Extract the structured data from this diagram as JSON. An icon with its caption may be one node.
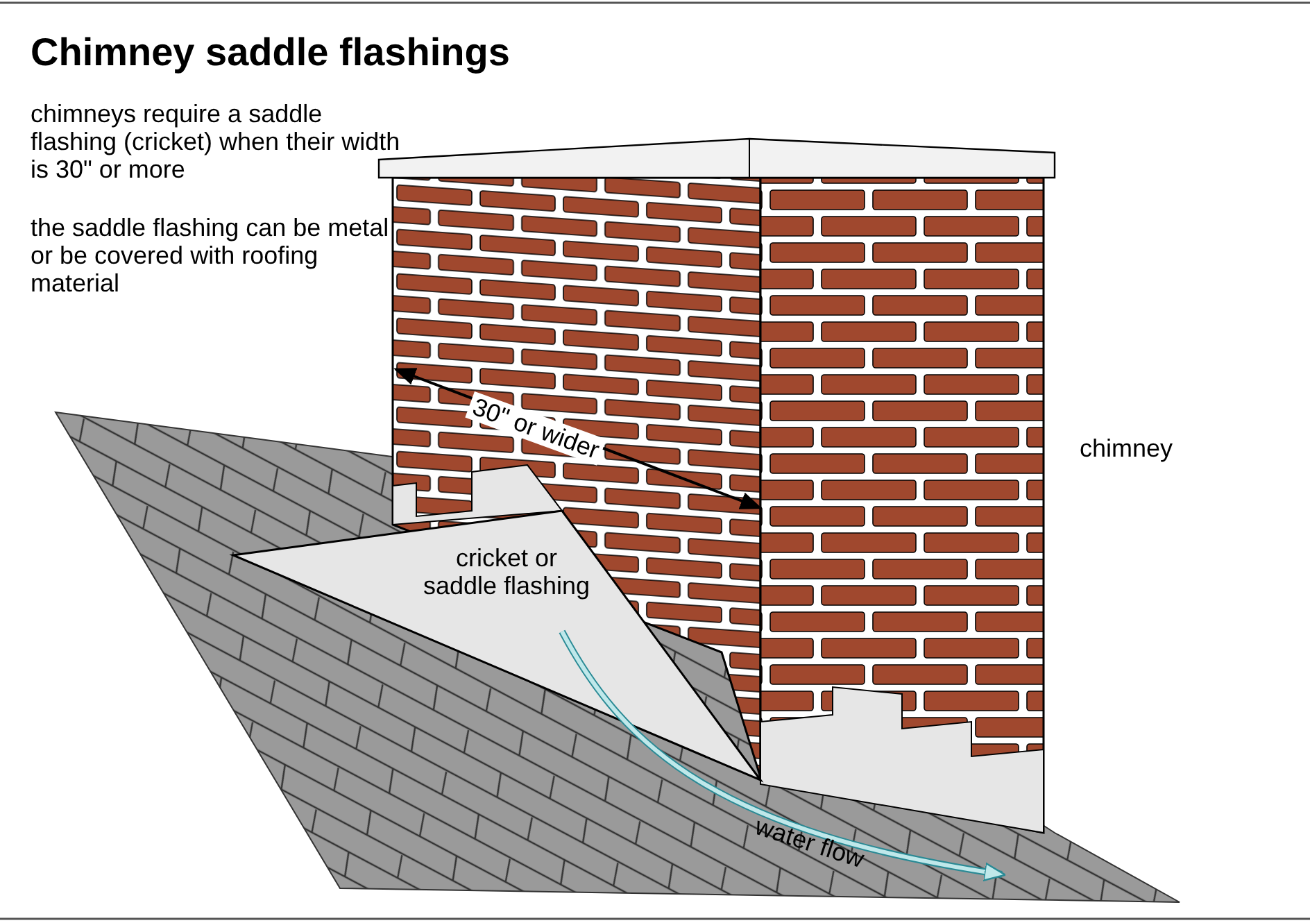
{
  "diagram": {
    "title": "Chimney saddle flashings",
    "labels": [
      "chimneys require a saddle flashing (cricket) when their width is 30\" or more",
      "the saddle flashing can be metal or be covered with roofing material",
      "30\" or wider",
      "chimney",
      "cricket or saddle flashing",
      "water flow"
    ]
  }
}
